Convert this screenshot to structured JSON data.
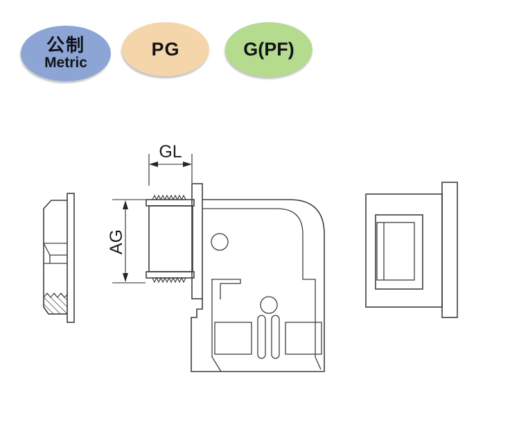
{
  "badges": {
    "metric": {
      "line1": "公制",
      "line2": "Metric",
      "bg": "#8CA5D5",
      "text_color": "#121219"
    },
    "pg": {
      "label": "PG",
      "bg": "#F5D6AA"
    },
    "gpf": {
      "label": "G(PF)",
      "bg": "#B5DB8E"
    }
  },
  "drawing": {
    "dimension_labels": {
      "thread_length": "GL",
      "thread_diameter": "AG"
    },
    "line_color": "#3c3c3c",
    "views": {
      "left": "locknut-side-view",
      "center": "right-angle-body-section-view",
      "right": "connector-end-view"
    }
  }
}
